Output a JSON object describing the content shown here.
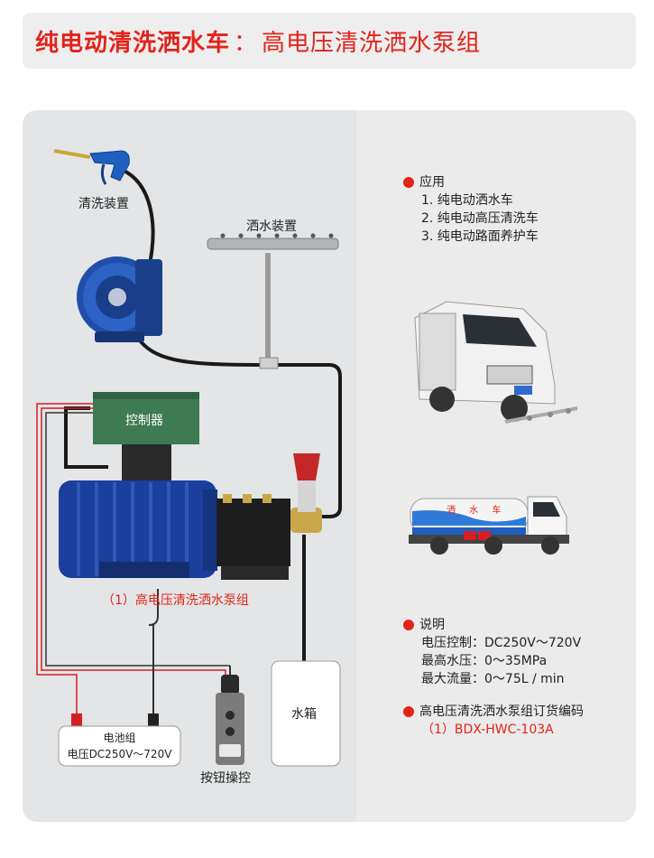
{
  "header": {
    "title_main": "纯电动清洗洒水车",
    "title_sep": "：",
    "title_sub": "高电压清洗洒水泵组"
  },
  "diagram": {
    "cleaning_device": "清洗装置",
    "sprinkler_device": "洒水装置",
    "controller": "控制器",
    "pump_caption": "（1）高电压清洗洒水泵组",
    "water_tank": "水箱",
    "battery_title": "电池组",
    "battery_voltage": "电压DC250V～720V",
    "button_control": "按钮操控"
  },
  "applications": {
    "heading": "应用",
    "items": [
      "1. 纯电动洒水车",
      "2. 纯电动高压清洗车",
      "3. 纯电动路面养护车"
    ]
  },
  "specs": {
    "heading": "说明",
    "items": [
      "电压控制：DC250V～720V",
      "最高水压：0～35MPa",
      "最大流量：0～75L / min"
    ]
  },
  "order": {
    "heading": "高电压清洗洒水泵组订货编码",
    "code": "（1）BDX-HWC-103A"
  },
  "truck_text": "洒 水 车",
  "colors": {
    "accent_red": "#e2231a",
    "motor_blue": "#1a3f9c",
    "controller_green": "#3e7a52"
  }
}
